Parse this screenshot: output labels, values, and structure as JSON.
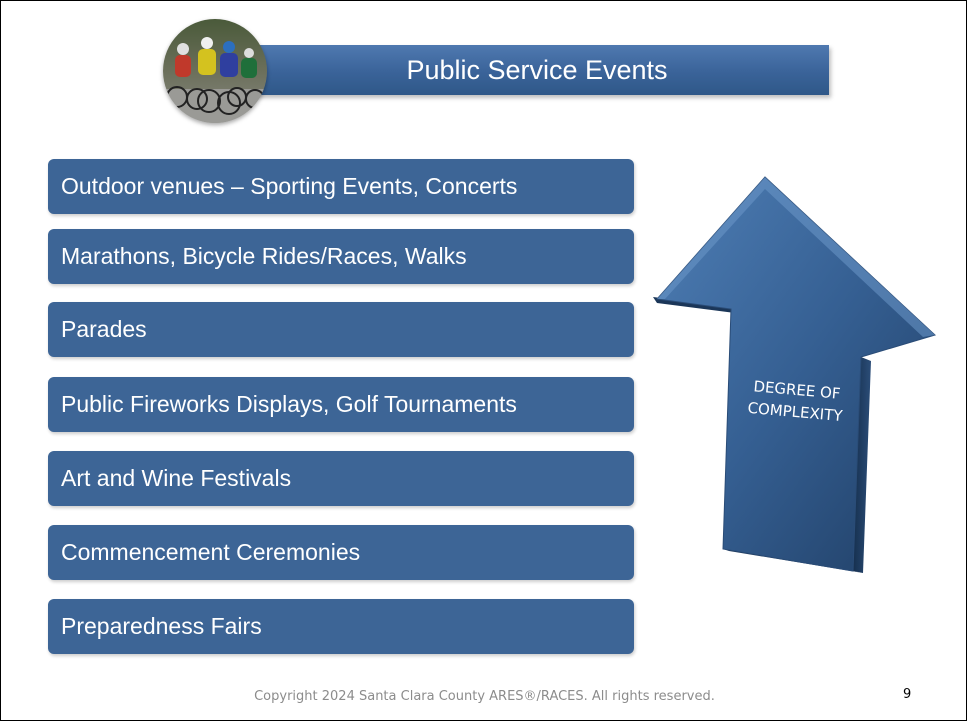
{
  "slide": {
    "title": "Public Service Events",
    "logo_icon": "cyclists-photo-icon",
    "events": [
      {
        "label": "Outdoor venues – Sporting Events, Concerts"
      },
      {
        "label": "Marathons, Bicycle Rides/Races, Walks"
      },
      {
        "label": "Parades"
      },
      {
        "label": "Public Fireworks Displays, Golf Tournaments"
      },
      {
        "label": "Art and Wine Festivals"
      },
      {
        "label": "Commencement Ceremonies"
      },
      {
        "label": "Preparedness Fairs"
      }
    ],
    "arrow": {
      "icon": "up-arrow-icon",
      "line1": "DEGREE OF",
      "line2": "COMPLEXITY"
    },
    "footer": "Copyright 2024 Santa Clara County ARES®/RACES.  All rights reserved.",
    "page_number": "9",
    "colors": {
      "box": "#3d6596",
      "title_bar": "#3a6399",
      "arrow": "#34608f",
      "footer_text": "#8c8c8c"
    }
  }
}
